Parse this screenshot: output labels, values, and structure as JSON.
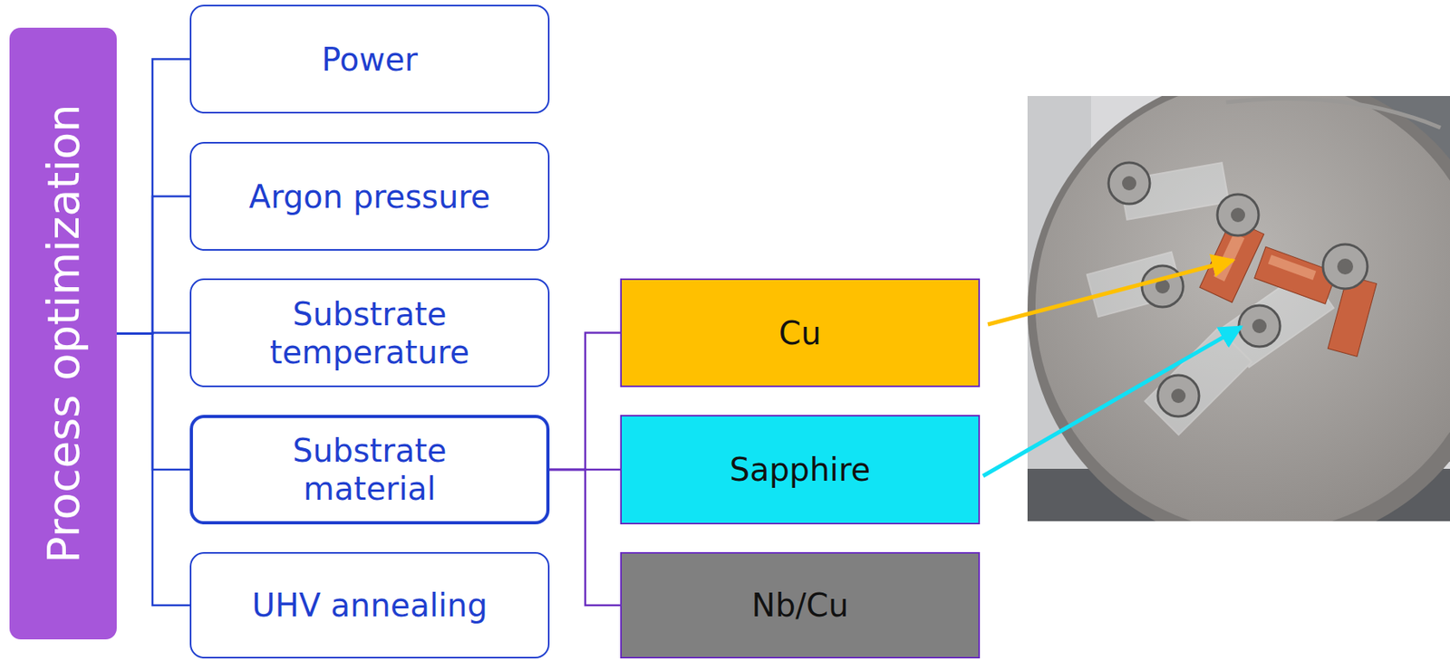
{
  "diagram": {
    "nodes": [
      {
        "text": [
          "Process optimization"
        ]
      },
      {
        "text": [
          "Power"
        ]
      },
      {
        "text": [
          "Argon pressure"
        ]
      },
      {
        "text": [
          "Substrate temperature"
        ]
      },
      {
        "text": [
          "Substrate material"
        ]
      },
      {
        "text": [
          "UHV annealing"
        ]
      },
      {
        "text": [
          "Cu"
        ]
      },
      {
        "text": [
          "Sapphire"
        ]
      },
      {
        "text": [
          "Nb/Cu"
        ]
      }
    ],
    "edges": [
      {
        "from": 0,
        "to": 1,
        "arrow": "none"
      },
      {
        "from": 0,
        "to": 2,
        "arrow": "none"
      },
      {
        "from": 0,
        "to": 3,
        "arrow": "none"
      },
      {
        "from": 0,
        "to": 4,
        "arrow": "none"
      },
      {
        "from": 0,
        "to": 5,
        "arrow": "none"
      },
      {
        "from": 4,
        "to": 6,
        "arrow": "none"
      },
      {
        "from": 4,
        "to": 7,
        "arrow": "none"
      },
      {
        "from": 4,
        "to": 8,
        "arrow": "none"
      }
    ]
  }
}
